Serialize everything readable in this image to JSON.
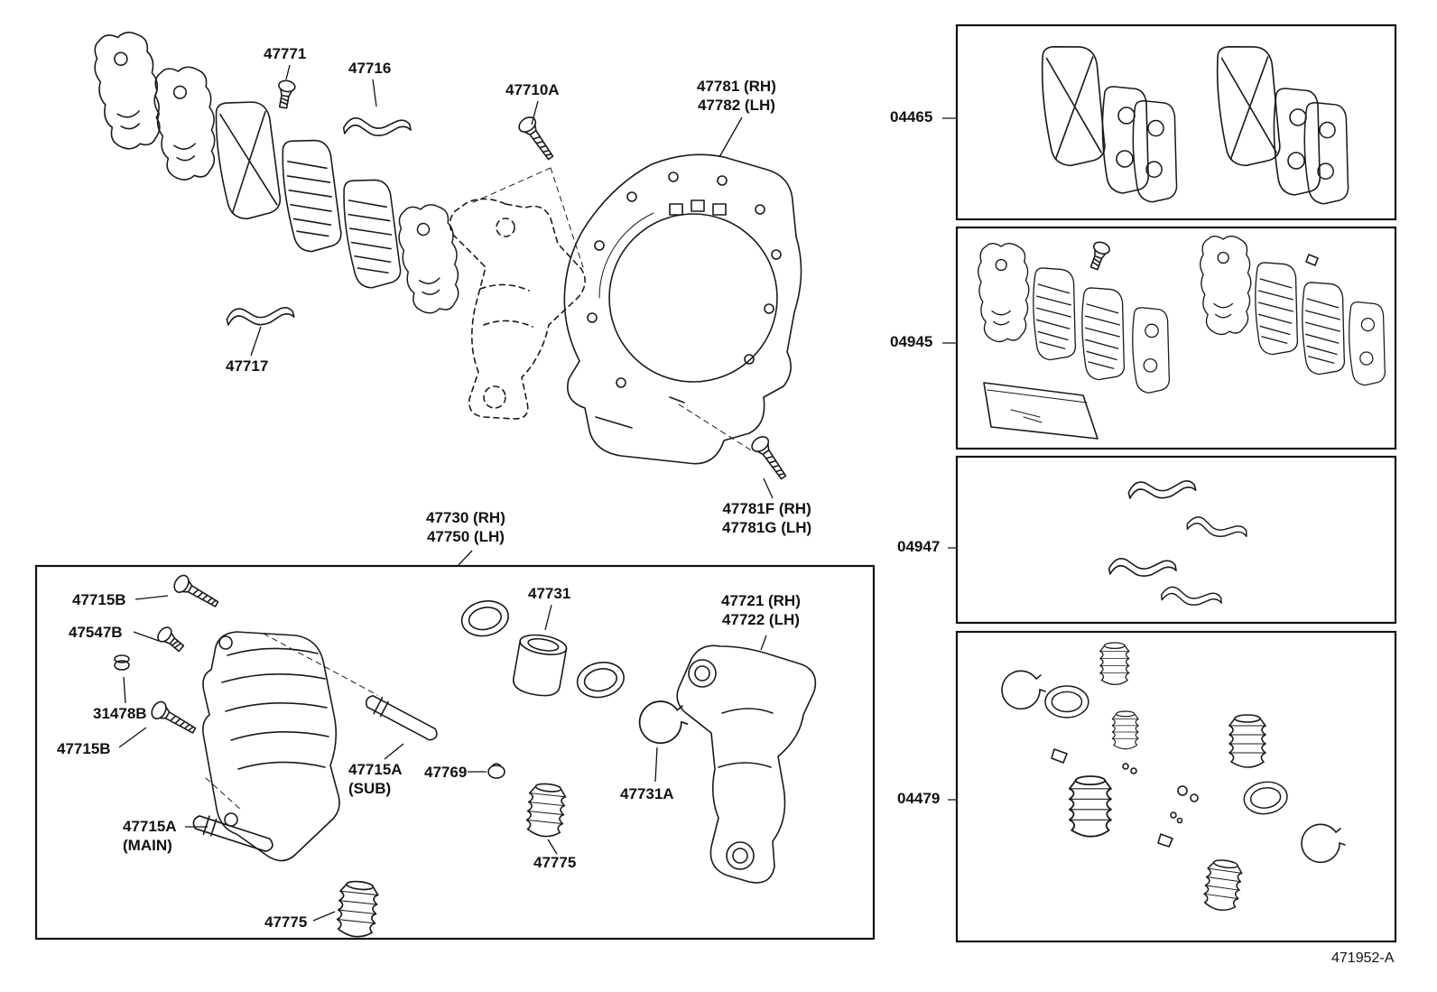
{
  "colors": {
    "line": "#1a1a1a",
    "background": "#ffffff"
  },
  "part_labels": {
    "p47771": "47771",
    "p47716": "47716",
    "p47710a": "47710A",
    "p47781_rh": "47781 (RH)",
    "p47782_lh": "47782 (LH)",
    "p47717": "47717",
    "p47730_rh": "47730 (RH)",
    "p47750_lh": "47750 (LH)",
    "p47781f_rh": "47781F (RH)",
    "p47781g_lh": "47781G (LH)",
    "p47715b_upper": "47715B",
    "p47547b": "47547B",
    "p31478b": "31478B",
    "p47715b_lower": "47715B",
    "p47715a_sub": "47715A",
    "p47715a_sub_note": "(SUB)",
    "p47715a_main": "47715A",
    "p47715a_main_note": "(MAIN)",
    "p47769": "47769",
    "p47731": "47731",
    "p47731a": "47731A",
    "p47721_rh": "47721 (RH)",
    "p47722_lh": "47722 (LH)",
    "p47775_piston": "47775",
    "p47775_lower": "47775"
  },
  "kit_labels": {
    "k04465": "04465",
    "k04945": "04945",
    "k04947": "04947",
    "k04479": "04479"
  },
  "diagram_code": "471952-A"
}
